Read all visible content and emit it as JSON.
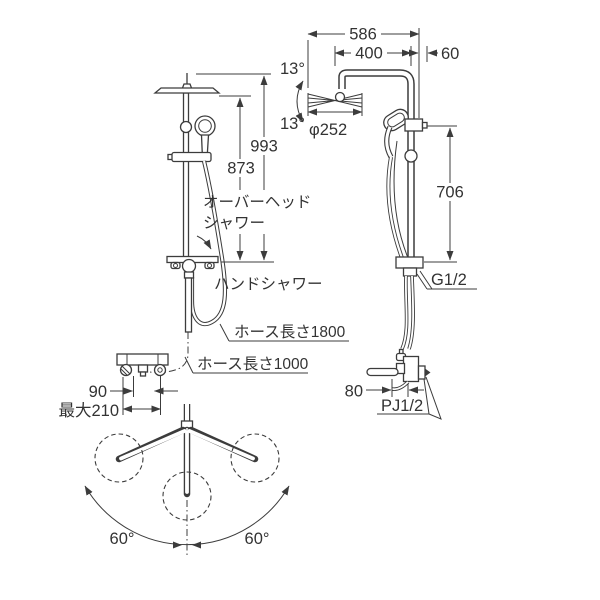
{
  "front_view": {
    "dim_993": "993",
    "dim_873": "873",
    "label_overhead_1": "オーバーヘッド",
    "label_overhead_2": "シャワー",
    "label_hand_shower": "ハンドシャワー",
    "label_hose_1800": "ホース長さ1800",
    "label_hose_1000": "ホース長さ1000",
    "dim_90": "90",
    "dim_max210": "最大210"
  },
  "side_view": {
    "dim_586": "586",
    "dim_400": "400",
    "dim_60": "60",
    "angle_tilt_up": "13°",
    "angle_tilt_down": "13°",
    "dim_head_diameter": "φ252",
    "dim_706": "706",
    "label_thread_top": "G1/2",
    "dim_80": "80",
    "label_thread_wall": "PJ1/2"
  },
  "top_view": {
    "angle_swivel_left": "60°",
    "angle_swivel_right": "60°"
  },
  "colors": {
    "line": "#3c3c3c",
    "text": "#333333",
    "background": "#ffffff"
  }
}
